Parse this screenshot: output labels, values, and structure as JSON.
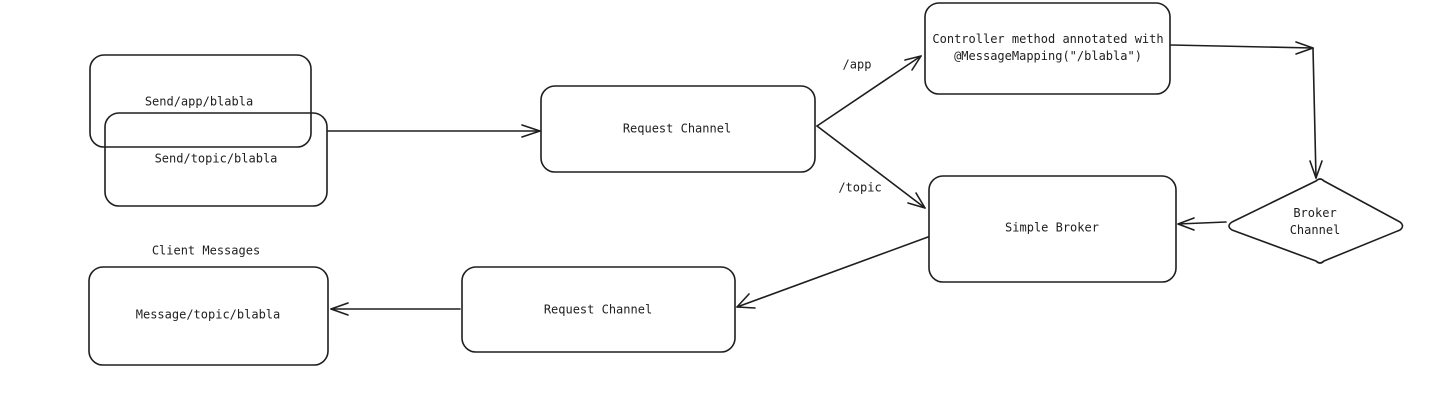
{
  "nodes": {
    "send_app": {
      "label": "Send/app/blabla"
    },
    "send_topic": {
      "label": "Send/topic/blabla"
    },
    "request_channel_top": {
      "label": "Request Channel"
    },
    "controller": {
      "label": "Controller method annotated with\n@MessageMapping(\"/blabla\")"
    },
    "simple_broker": {
      "label": "Simple Broker"
    },
    "broker_channel": {
      "label": "Broker\nChannel"
    },
    "request_channel_bottom": {
      "label": "Request Channel"
    },
    "client_message": {
      "label": "Message/topic/blabla"
    }
  },
  "edges": {
    "app_label": "/app",
    "topic_label": "/topic"
  },
  "group_title": "Client Messages",
  "colors": {
    "stroke": "#1e1e1e",
    "background": "#ffffff"
  }
}
